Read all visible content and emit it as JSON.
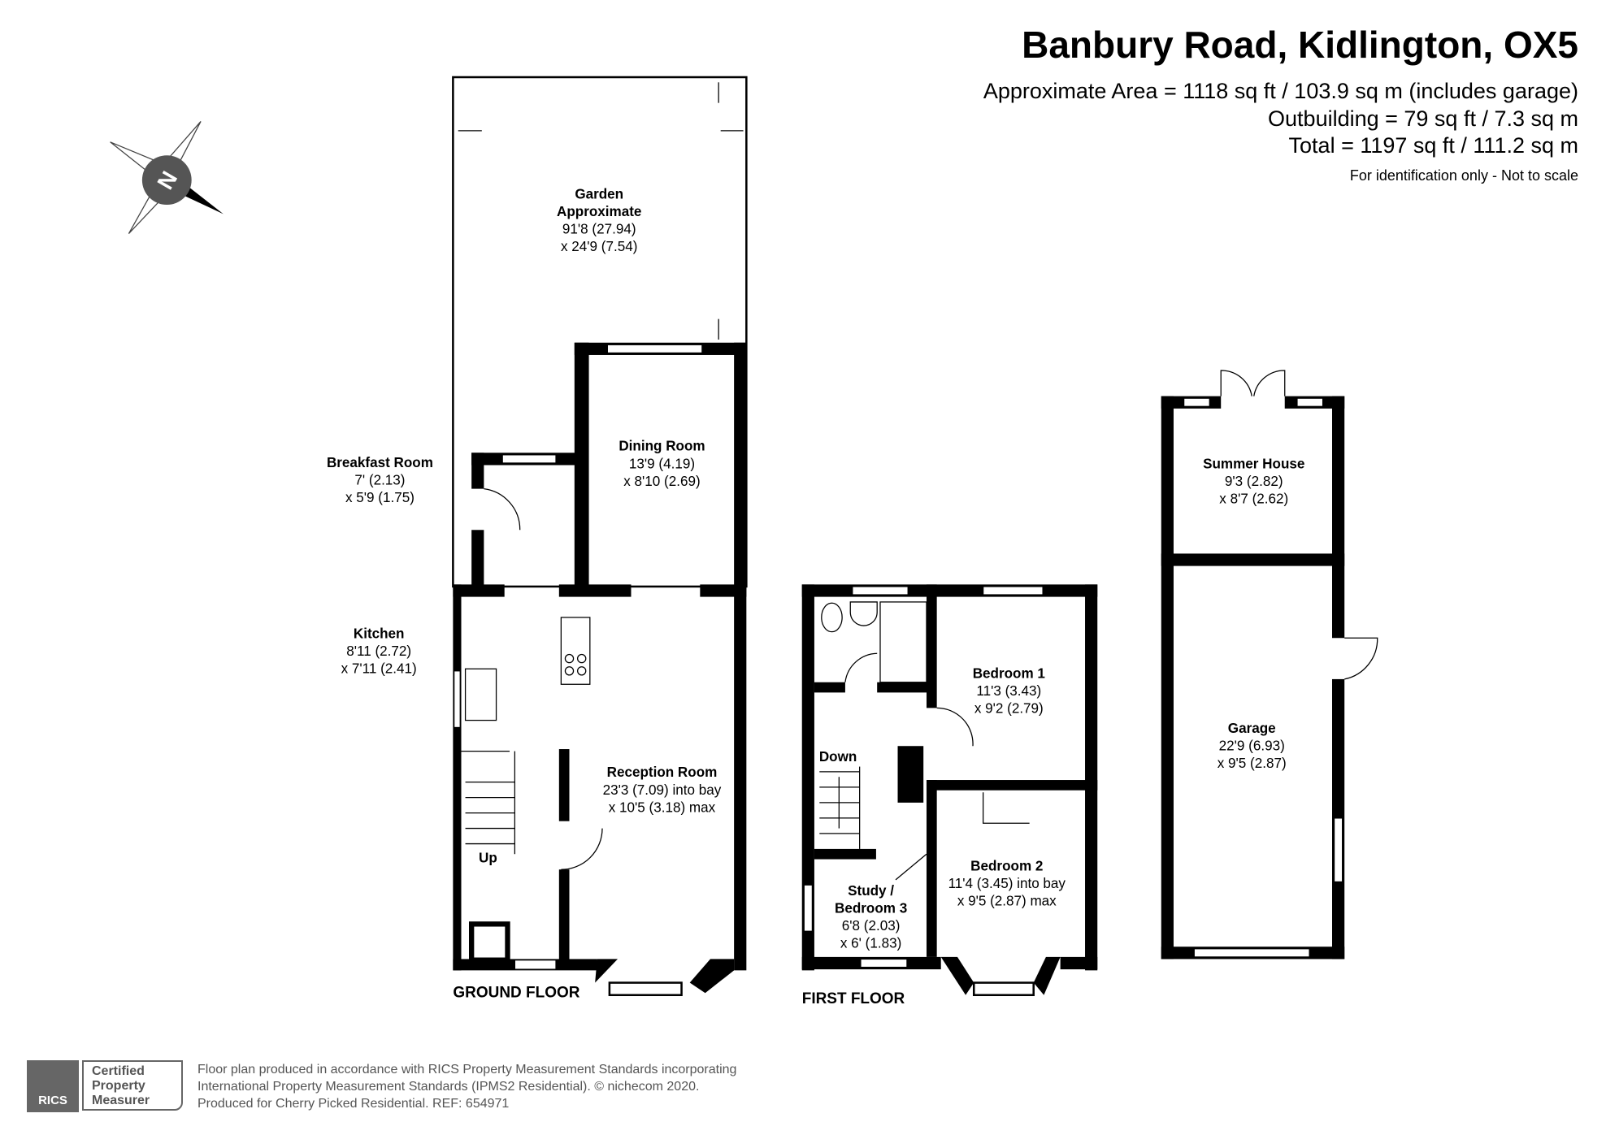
{
  "header": {
    "title": "Banbury Road, Kidlington, OX5",
    "approx_area": "Approximate Area = 1118 sq ft / 103.9 sq m (includes garage)",
    "outbuilding": "Outbuilding = 79 sq ft / 7.3 sq m",
    "total": "Total = 1197 sq ft / 111.2 sq m",
    "note": "For identification only - Not to scale"
  },
  "compass": {
    "letter": "N"
  },
  "ground_floor": {
    "label": "GROUND FLOOR",
    "stairs_label": "Up",
    "rooms": {
      "garden": {
        "name1": "Garden",
        "name2": "Approximate",
        "dim1": "91'8 (27.94)",
        "dim2": "x 24'9 (7.54)"
      },
      "breakfast": {
        "name": "Breakfast Room",
        "dim1": "7' (2.13)",
        "dim2": "x 5'9 (1.75)"
      },
      "dining": {
        "name": "Dining Room",
        "dim1": "13'9 (4.19)",
        "dim2": "x 8'10 (2.69)"
      },
      "kitchen": {
        "name": "Kitchen",
        "dim1": "8'11 (2.72)",
        "dim2": "x 7'11 (2.41)"
      },
      "reception": {
        "name": "Reception Room",
        "dim1": "23'3 (7.09) into bay",
        "dim2": "x 10'5 (3.18) max"
      }
    }
  },
  "first_floor": {
    "label": "FIRST FLOOR",
    "stairs_label": "Down",
    "rooms": {
      "bedroom1": {
        "name": "Bedroom 1",
        "dim1": "11'3 (3.43)",
        "dim2": "x 9'2 (2.79)"
      },
      "bedroom2": {
        "name": "Bedroom 2",
        "dim1": "11'4 (3.45) into bay",
        "dim2": "x 9'5 (2.87) max"
      },
      "study": {
        "name1": "Study /",
        "name2": "Bedroom 3",
        "dim1": "6'8 (2.03)",
        "dim2": "x 6' (1.83)"
      }
    }
  },
  "outbuildings": {
    "summer_house": {
      "name": "Summer House",
      "dim1": "9'3 (2.82)",
      "dim2": "x 8'7 (2.62)"
    },
    "garage": {
      "name": "Garage",
      "dim1": "22'9 (6.93)",
      "dim2": "x 9'5 (2.87)"
    }
  },
  "footer": {
    "badge_brand": "RICS",
    "badge_line1": "Certified",
    "badge_line2": "Property",
    "badge_line3": "Measurer",
    "line1": "Floor plan produced in accordance with RICS Property Measurement Standards incorporating",
    "line2": "International Property Measurement Standards (IPMS2 Residential).   © nichecom 2020.",
    "line3": "Produced for Cherry Picked Residential.   REF:  654971"
  }
}
